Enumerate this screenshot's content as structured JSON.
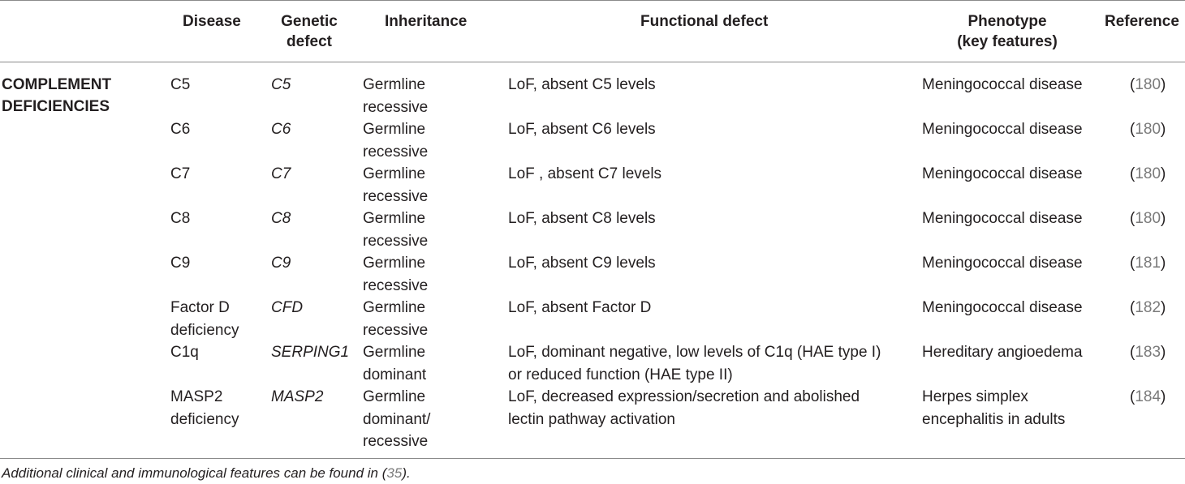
{
  "headers": {
    "disease": "Disease",
    "genetic_defect_1": "Genetic",
    "genetic_defect_2": "defect",
    "inheritance": "Inheritance",
    "functional_defect": "Functional defect",
    "phenotype_1": "Phenotype",
    "phenotype_2": "(key features)",
    "reference": "Reference"
  },
  "group": {
    "line1": "COMPLEMENT",
    "line2": "DEFICIENCIES"
  },
  "rows": [
    {
      "disease": [
        "C5"
      ],
      "gene": "C5",
      "inheritance": [
        "Germline",
        "recessive"
      ],
      "functional": [
        "LoF, absent C5 levels"
      ],
      "phenotype": [
        "Meningococcal disease"
      ],
      "ref": "180"
    },
    {
      "disease": [
        "C6"
      ],
      "gene": "C6",
      "inheritance": [
        "Germline",
        "recessive"
      ],
      "functional": [
        "LoF, absent C6 levels"
      ],
      "phenotype": [
        "Meningococcal disease"
      ],
      "ref": "180"
    },
    {
      "disease": [
        "C7"
      ],
      "gene": "C7",
      "inheritance": [
        "Germline",
        "recessive"
      ],
      "functional": [
        "LoF , absent C7 levels"
      ],
      "phenotype": [
        "Meningococcal disease"
      ],
      "ref": "180"
    },
    {
      "disease": [
        "C8"
      ],
      "gene": "C8",
      "inheritance": [
        "Germline",
        "recessive"
      ],
      "functional": [
        "LoF, absent C8 levels"
      ],
      "phenotype": [
        "Meningococcal disease"
      ],
      "ref": "180"
    },
    {
      "disease": [
        "C9"
      ],
      "gene": "C9",
      "inheritance": [
        "Germline",
        "recessive"
      ],
      "functional": [
        "LoF, absent C9 levels"
      ],
      "phenotype": [
        "Meningococcal disease"
      ],
      "ref": "181"
    },
    {
      "disease": [
        "Factor D",
        "deficiency"
      ],
      "gene": "CFD",
      "inheritance": [
        "Germline",
        "recessive"
      ],
      "functional": [
        "LoF, absent Factor D"
      ],
      "phenotype": [
        "Meningococcal disease"
      ],
      "ref": "182"
    },
    {
      "disease": [
        "C1q"
      ],
      "gene": "SERPING1",
      "inheritance": [
        "Germline",
        "dominant"
      ],
      "functional": [
        "LoF, dominant negative, low levels of C1q (HAE type I)",
        "or reduced function (HAE type II)"
      ],
      "phenotype": [
        "Hereditary angioedema"
      ],
      "ref": "183"
    },
    {
      "disease": [
        "MASP2",
        "deficiency"
      ],
      "gene": "MASP2",
      "inheritance": [
        "Germline",
        "dominant/",
        "recessive"
      ],
      "functional": [
        "LoF, decreased expression/secretion and abolished",
        "lectin pathway activation"
      ],
      "phenotype": [
        "Herpes simplex",
        "encephalitis in adults"
      ],
      "ref": "184"
    }
  ],
  "footnote": {
    "text": "Additional clinical and immunological features can be found in (",
    "ref": "35",
    "end": ")."
  }
}
